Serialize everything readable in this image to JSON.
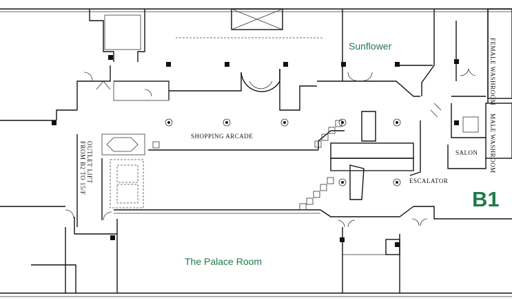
{
  "map": {
    "level": "B1",
    "areas": {
      "sunflower": "Sunflower",
      "palace_room": "The Palace Room",
      "shopping_arcade": "SHOPPING ARCADE",
      "escalator": "ESCALATOR",
      "salon": "SALON",
      "female_washroom": "FEMALE WASHROOM",
      "male_washroom": "MALE WASHROOM",
      "outlet_lift": "OUTLET LIFT",
      "outlet_lift_note": "FROM B2 TO 15/F"
    },
    "colors": {
      "label_green": "#1f7a4a",
      "walls": "#111111"
    }
  }
}
